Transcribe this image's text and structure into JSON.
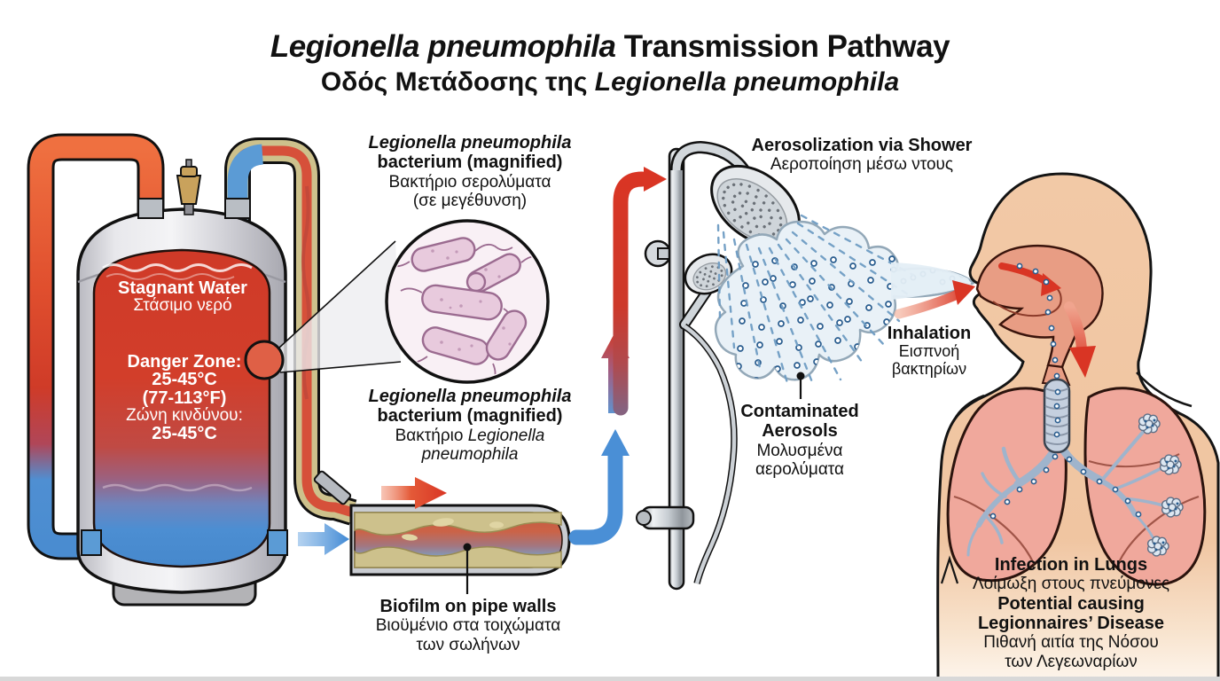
{
  "title": {
    "line1_species": "Legionella pneumophila",
    "line1_rest": " Transmission Pathway",
    "line2_prefix": "Οδός Μετάδοσης της ",
    "line2_species": "Legionella pneumophila"
  },
  "tank": {
    "stagnant_en": "Stagnant Water",
    "stagnant_el": "Στάσιμο νερό",
    "danger_en": "Danger Zone:",
    "range_c": "25-45°C",
    "range_f": "(77-113°F)",
    "danger_el": "Ζώνη κινδύνου:",
    "range_c_el": "25-45°C"
  },
  "magnified_top": {
    "species": "Legionella pneumophila",
    "en": "bacterium (magnified)",
    "el1": "Βακτήριο σερολύματα",
    "el2": "(σε μεγέθυνση)"
  },
  "magnified_bottom": {
    "species": "Legionella pneumophila",
    "en": "bacterium (magnified)",
    "el_prefix": "Βακτήριο ",
    "el_species1": "Legionella",
    "el_species2": "pneumophila"
  },
  "biofilm": {
    "en": "Biofilm on pipe walls",
    "el1": "Βιοϋμένιο στα τοιχώματα",
    "el2": "των σωλήνων"
  },
  "aerosolization": {
    "en": "Aerosolization via Shower",
    "el": "Αεροποίηση μέσω ντους"
  },
  "aerosols": {
    "en1": "Contaminated",
    "en2": "Aerosols",
    "el1": "Μολυσμένα",
    "el2": "αερολύματα"
  },
  "inhalation": {
    "en": "Inhalation",
    "el1": "Εισπνοή",
    "el2": "βακτηρίων"
  },
  "infection": {
    "en1": "Infection in Lungs",
    "el1": "Λοίμωξη στους πνεύμονες",
    "en2": "Potential causing",
    "en3": "Legionnaires’ Disease",
    "el2": "Πιθανή αιτία της Νόσου",
    "el3": "των Λεγεωναρίων"
  },
  "colors": {
    "hot_water": "#d43a26",
    "cold_water": "#4a8ed4",
    "biofilm": "#cdc18c",
    "arrow_red": "#d93524",
    "arrow_blue": "#4a8fd6",
    "skin": "#f2c9a6",
    "bacteria": "#e8cadd"
  }
}
